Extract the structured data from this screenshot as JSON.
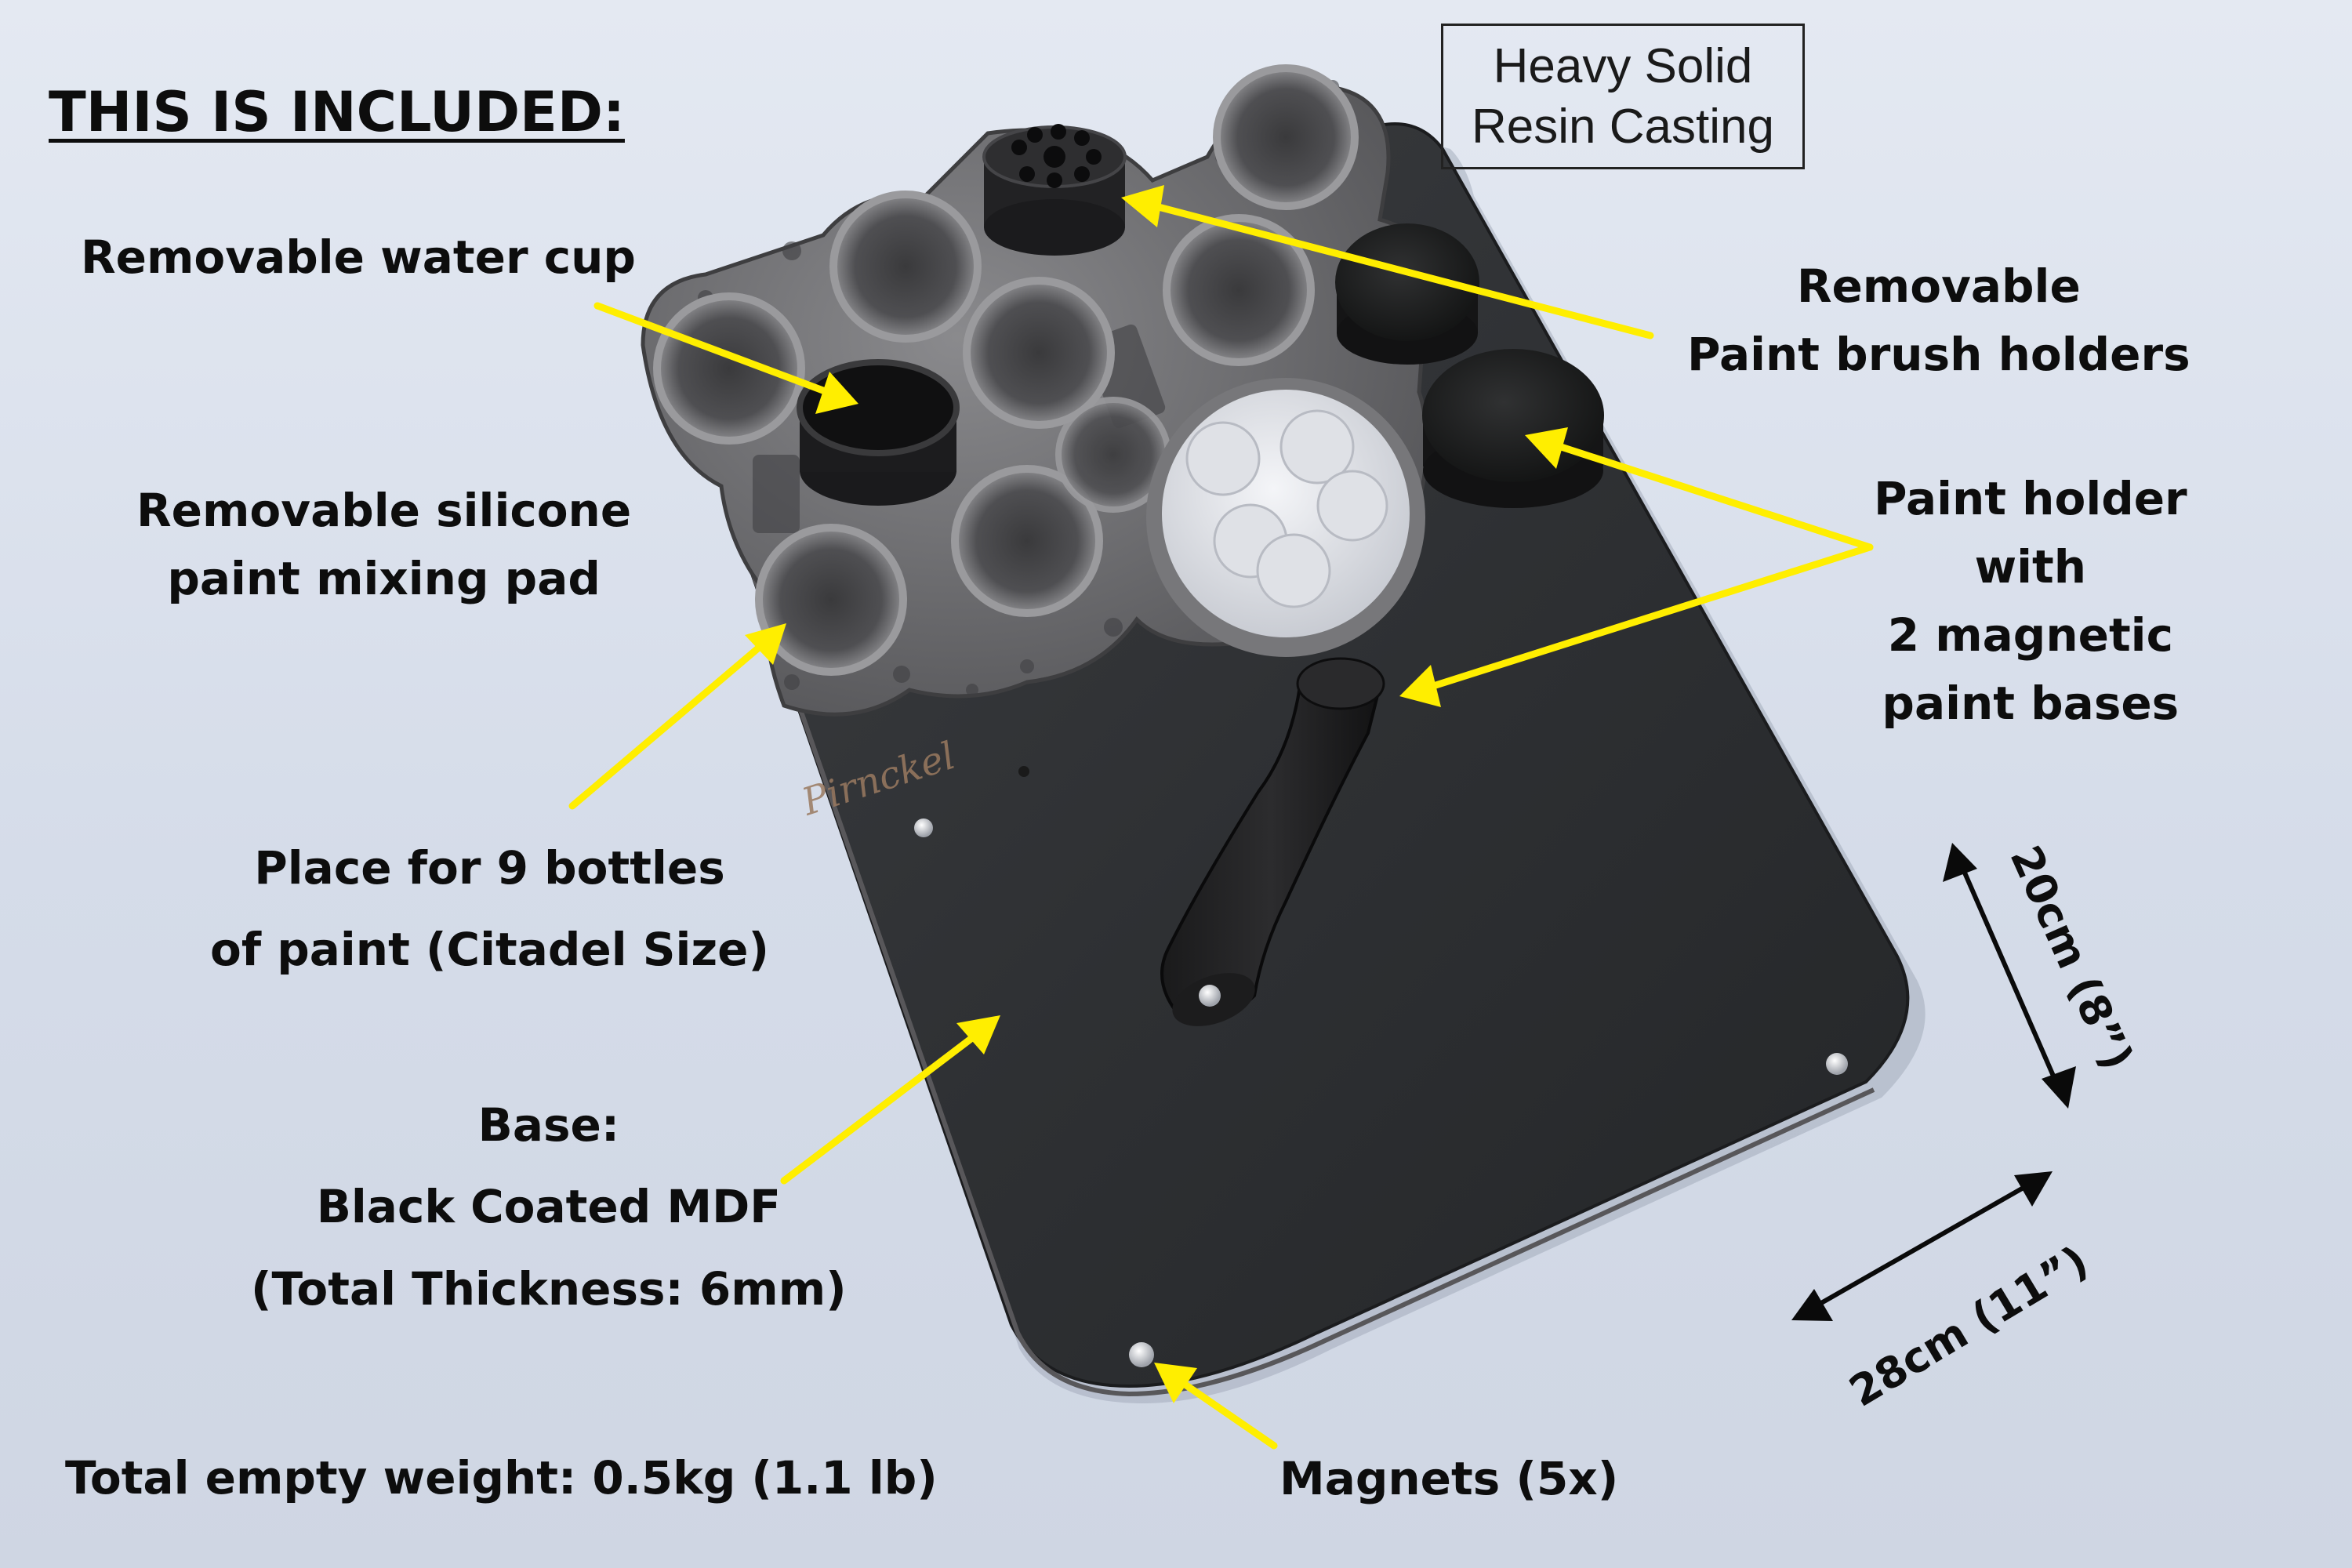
{
  "heading": "THIS IS INCLUDED:",
  "casting_box": [
    "Heavy Solid",
    "Resin Casting"
  ],
  "callouts": {
    "water_cup": [
      "Removable water cup"
    ],
    "brush_holders": [
      "Removable",
      "Paint brush holders"
    ],
    "mixing_pad": [
      "Removable silicone",
      "paint mixing pad"
    ],
    "paint_holder": [
      "Paint holder",
      "with",
      "2 magnetic",
      "paint bases"
    ],
    "bottles": [
      "Place for 9 bottles",
      "of paint (Citadel Size)"
    ],
    "base": [
      "Base:",
      "Black Coated MDF",
      "(Total Thickness: 6mm)"
    ],
    "weight": [
      "Total empty weight: 0.5kg (1.1 lb)"
    ],
    "magnets": [
      "Magnets (5x)"
    ]
  },
  "dimensions": {
    "depth": "20cm (8”)",
    "width": "28cm (11”)"
  },
  "brand_logo": "Pirnckel",
  "colors": {
    "background": "#d9dfea",
    "board": "#2f3133",
    "resin": "#6c6c6e",
    "arrow": "#ffee00",
    "text": "#0d0d0d"
  }
}
